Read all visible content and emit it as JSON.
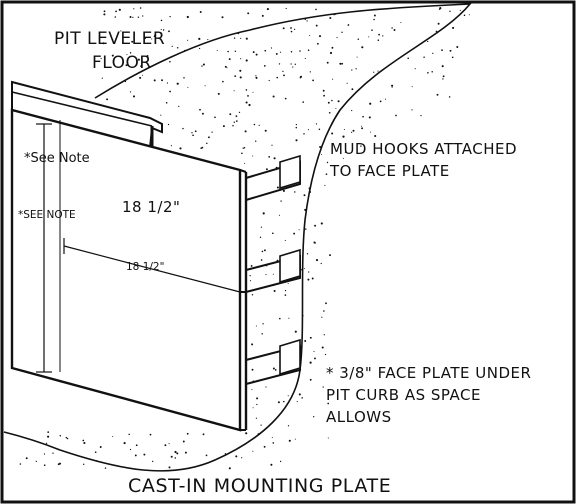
{
  "labels": {
    "pit_leveler_line1": "PIT LEVELER",
    "pit_leveler_line2": "FLOOR",
    "see_note_top": "*See Note",
    "see_note_side": "*SEE NOTE",
    "dimension_height": "18 1/2\"",
    "dimension_width": "18 1/2\"",
    "mud_hooks_line1": "MUD HOOKS ATTACHED",
    "mud_hooks_line2": "TO FACE PLATE",
    "note_line1": "* 3/8\" FACE PLATE UNDER",
    "note_line2": "PIT CURB AS SPACE",
    "note_line3": "ALLOWS",
    "title": "CAST-IN MOUNTING PLATE"
  },
  "colors": {
    "line": "#111111",
    "background": "#ffffff"
  }
}
